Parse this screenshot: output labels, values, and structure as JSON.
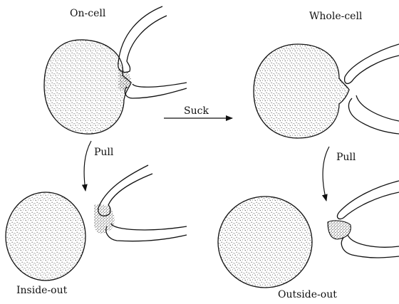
{
  "diagram": {
    "labels": {
      "on_cell": "On-cell",
      "whole_cell": "Whole-cell",
      "inside_out": "Inside-out",
      "outside_out": "Outside-out"
    },
    "arrows": {
      "suck": "Suck",
      "pull_left": "Pull",
      "pull_right": "Pull"
    }
  }
}
